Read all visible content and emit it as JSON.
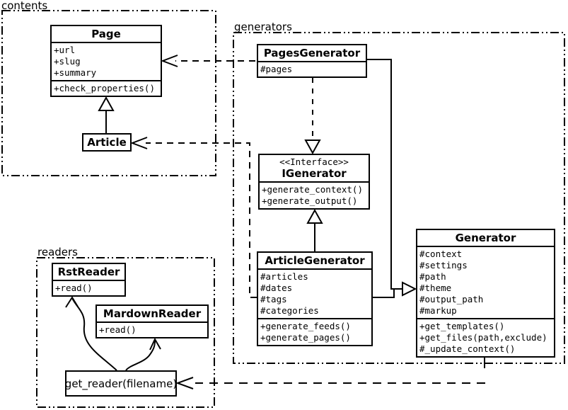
{
  "diagram": {
    "background_color": "#ffffff",
    "line_color": "#000000"
  },
  "packages": {
    "contents": {
      "label": "contents"
    },
    "generators": {
      "label": "generators"
    },
    "readers": {
      "label": "readers"
    }
  },
  "classes": {
    "page": {
      "name": "Page",
      "attributes": [
        "+url",
        "+slug",
        "+summary"
      ],
      "methods": [
        "+check_properties()"
      ]
    },
    "article": {
      "name": "Article"
    },
    "pages_generator": {
      "name": "PagesGenerator",
      "attributes": [
        "#pages"
      ]
    },
    "igenerator": {
      "stereotype": "<<Interface>>",
      "name": "IGenerator",
      "methods": [
        "+generate_context()",
        "+generate_output()"
      ]
    },
    "article_generator": {
      "name": "ArticleGenerator",
      "attributes": [
        "#articles",
        "#dates",
        "#tags",
        "#categories"
      ],
      "methods": [
        "+generate_feeds()",
        "+generate_pages()"
      ]
    },
    "generator": {
      "name": "Generator",
      "attributes": [
        "#context",
        "#settings",
        "#path",
        "#theme",
        "#output_path",
        "#markup"
      ],
      "methods": [
        "+get_templates()",
        "+get_files(path,exclude)",
        "#_update_context()"
      ]
    },
    "rst_reader": {
      "name": "RstReader",
      "methods": [
        "+read()"
      ]
    },
    "mardown_reader": {
      "name": "MardownReader",
      "methods": [
        "+read()"
      ]
    },
    "get_reader": {
      "label": "get_reader(filename)"
    }
  },
  "relationships": [
    {
      "type": "generalization",
      "from": "Article",
      "to": "Page"
    },
    {
      "type": "dependency",
      "from": "PagesGenerator",
      "to": "Page"
    },
    {
      "type": "dependency",
      "from": "ArticleGenerator",
      "to": "Article"
    },
    {
      "type": "realization",
      "from": "PagesGenerator",
      "to": "IGenerator"
    },
    {
      "type": "generalization",
      "from": "ArticleGenerator",
      "to": "IGenerator"
    },
    {
      "type": "generalization",
      "from": "PagesGenerator",
      "to": "Generator"
    },
    {
      "type": "generalization",
      "from": "ArticleGenerator",
      "to": "Generator"
    },
    {
      "type": "dependency",
      "from": "Generator",
      "to": "get_reader"
    },
    {
      "type": "call",
      "from": "get_reader",
      "to": "RstReader"
    },
    {
      "type": "call",
      "from": "get_reader",
      "to": "MardownReader"
    }
  ]
}
